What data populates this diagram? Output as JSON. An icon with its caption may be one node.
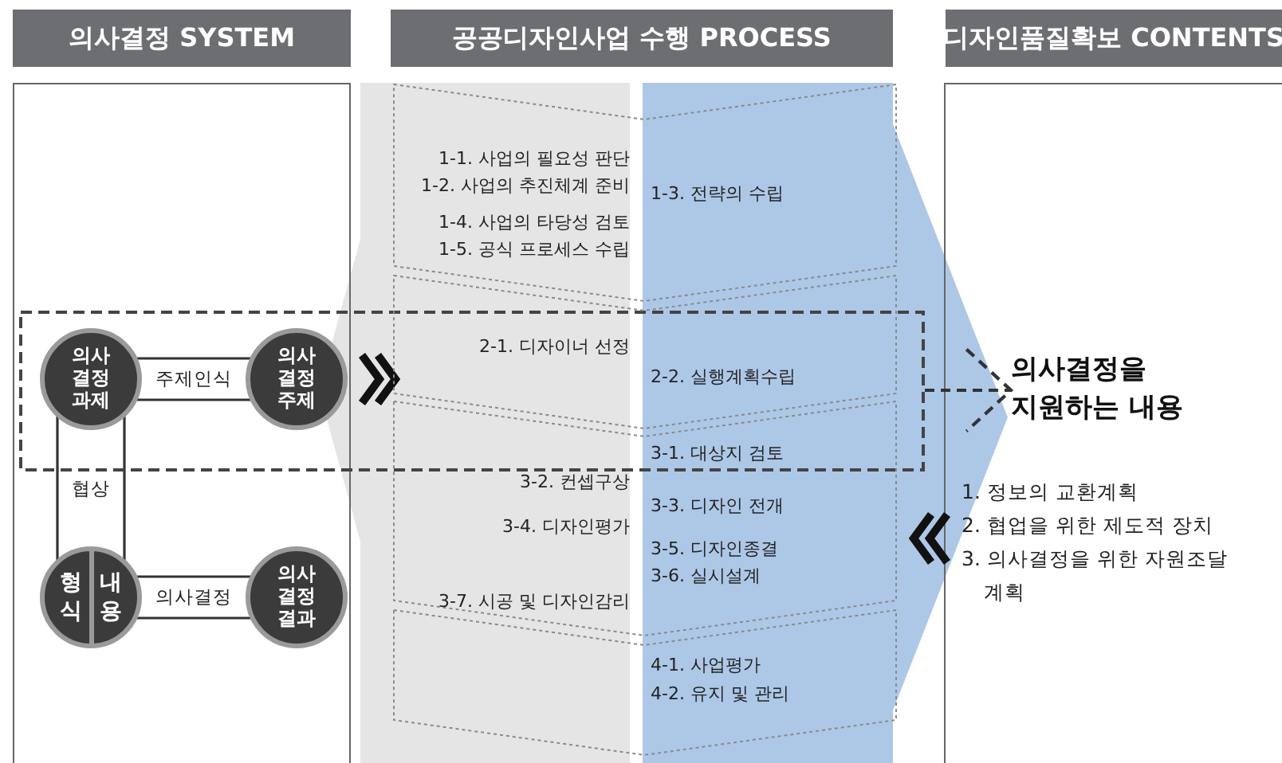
{
  "diagram": {
    "nodes": [
      {
        "text": [
          "의사결정 SYSTEM"
        ]
      },
      {
        "text": [
          "공공디자인사업 수행 PROCESS"
        ]
      },
      {
        "text": [
          "디자인품질확보 CONTENTS"
        ]
      },
      {
        "text": [
          "의사 결정 과제"
        ],
        "in": 7
      },
      {
        "text": [
          "의사 결정 주제"
        ],
        "in": 7
      },
      {
        "text": [
          "형 식",
          "내 용"
        ]
      },
      {
        "text": [
          "의사 결정 결과"
        ]
      },
      {
        "text": [],
        "shape": "box"
      },
      {
        "text": [
          "1-1. 사업의 필요성 판단",
          "1-2. 사업의 추진체계 준비",
          "1-3. 전략의 수립",
          "1-4. 사업의 타당성 검토",
          "1-5. 공식 프로세스 수립"
        ]
      },
      {
        "text": [
          "2-1. 디자이너 선정",
          "2-2. 실행계획수립"
        ]
      },
      {
        "text": [
          "3-1. 대상지 검토",
          "3-2. 컨셉구상",
          "3-3. 디자인 전개",
          "3-4. 디자인평가",
          "3-5. 디자인종결",
          "3-6. 실시설계",
          "3-7. 시공 및 디자인감리"
        ]
      },
      {
        "text": [
          "4-1. 사업평가",
          "4-2. 유지 및 관리"
        ]
      },
      {
        "text": [
          "의사결정을 지원하는 내용"
        ]
      },
      {
        "text": [
          "1. 정보의 교환계획",
          "2. 협업을 위한 제도적 장치",
          "3. 의사결정을 위한 자원조달 계획"
        ]
      }
    ],
    "edges": [
      {
        "from": 3,
        "to": 4,
        "arrow": "none",
        "label": "주제인식"
      },
      {
        "from": 3,
        "to": 5,
        "arrow": "none",
        "label": "협상"
      },
      {
        "from": 5,
        "to": 6,
        "arrow": "none",
        "label": "의사결정"
      },
      {
        "from": 4,
        "to": 9,
        "arrow": "to",
        "style": "thick"
      },
      {
        "from": 7,
        "to": 12,
        "arrow": "to",
        "style": "dashed"
      },
      {
        "from": 13,
        "to": 10,
        "arrow": "to",
        "style": "thick"
      }
    ]
  }
}
